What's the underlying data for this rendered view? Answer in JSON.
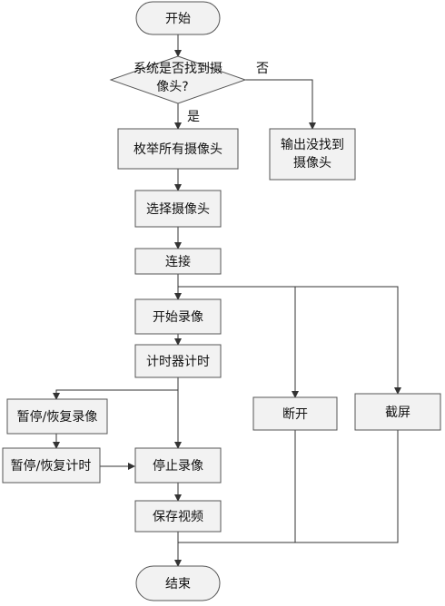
{
  "flowchart": {
    "start": "开始",
    "decision_line1": "系统是否找到摄",
    "decision_line2": "像头?",
    "yes": "是",
    "no": "否",
    "not_found_line1": "输出没找到",
    "not_found_line2": "摄像头",
    "enumerate": "枚举所有摄像头",
    "select": "选择摄像头",
    "connect": "连接",
    "start_record": "开始录像",
    "timer": "计时器计时",
    "pause_resume_record": "暂停/恢复录像",
    "pause_resume_timer": "暂停/恢复计时",
    "stop_record": "停止录像",
    "save_video": "保存视频",
    "disconnect": "断开",
    "screenshot": "截屏",
    "end": "结束"
  }
}
